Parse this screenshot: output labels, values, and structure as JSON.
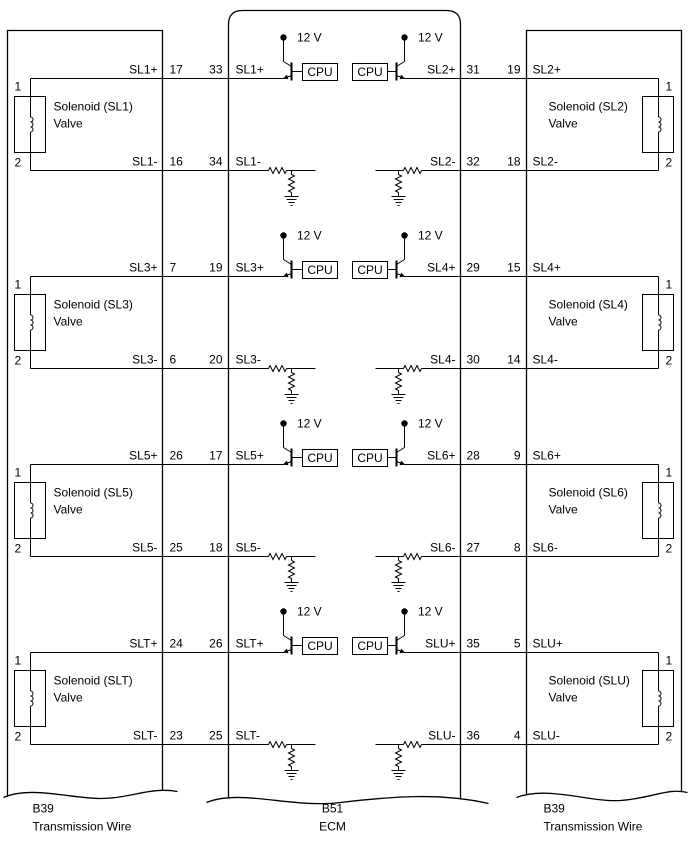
{
  "diagram": {
    "supply": "12 V",
    "cpu": "CPU",
    "connectors": {
      "left": {
        "code": "B39",
        "name": "Transmission Wire"
      },
      "ecm": {
        "code": "B51",
        "name": "ECM"
      },
      "right": {
        "code": "B39",
        "name": "Transmission Wire"
      }
    },
    "groups": [
      {
        "left": {
          "solenoid": {
            "name": "Solenoid (SL1)",
            "line2": "Valve",
            "pin_top": "1",
            "pin_bottom": "2"
          },
          "plus": {
            "wire_signal": "SL1+",
            "wire_pin": "17",
            "ecm_pin": "33",
            "ecm_signal": "SL1+"
          },
          "minus": {
            "wire_signal": "SL1-",
            "wire_pin": "16",
            "ecm_pin": "34",
            "ecm_signal": "SL1-"
          }
        },
        "right": {
          "solenoid": {
            "name": "Solenoid (SL2)",
            "line2": "Valve",
            "pin_top": "1",
            "pin_bottom": "2"
          },
          "plus": {
            "ecm_signal": "SL2+",
            "ecm_pin": "31",
            "wire_pin": "19",
            "wire_signal": "SL2+"
          },
          "minus": {
            "ecm_signal": "SL2-",
            "ecm_pin": "32",
            "wire_pin": "18",
            "wire_signal": "SL2-"
          }
        }
      },
      {
        "left": {
          "solenoid": {
            "name": "Solenoid (SL3)",
            "line2": "Valve",
            "pin_top": "1",
            "pin_bottom": "2"
          },
          "plus": {
            "wire_signal": "SL3+",
            "wire_pin": "7",
            "ecm_pin": "19",
            "ecm_signal": "SL3+"
          },
          "minus": {
            "wire_signal": "SL3-",
            "wire_pin": "6",
            "ecm_pin": "20",
            "ecm_signal": "SL3-"
          }
        },
        "right": {
          "solenoid": {
            "name": "Solenoid (SL4)",
            "line2": "Valve",
            "pin_top": "1",
            "pin_bottom": "2"
          },
          "plus": {
            "ecm_signal": "SL4+",
            "ecm_pin": "29",
            "wire_pin": "15",
            "wire_signal": "SL4+"
          },
          "minus": {
            "ecm_signal": "SL4-",
            "ecm_pin": "30",
            "wire_pin": "14",
            "wire_signal": "SL4-"
          }
        }
      },
      {
        "left": {
          "solenoid": {
            "name": "Solenoid (SL5)",
            "line2": "Valve",
            "pin_top": "1",
            "pin_bottom": "2"
          },
          "plus": {
            "wire_signal": "SL5+",
            "wire_pin": "26",
            "ecm_pin": "17",
            "ecm_signal": "SL5+"
          },
          "minus": {
            "wire_signal": "SL5-",
            "wire_pin": "25",
            "ecm_pin": "18",
            "ecm_signal": "SL5-"
          }
        },
        "right": {
          "solenoid": {
            "name": "Solenoid (SL6)",
            "line2": "Valve",
            "pin_top": "1",
            "pin_bottom": "2"
          },
          "plus": {
            "ecm_signal": "SL6+",
            "ecm_pin": "28",
            "wire_pin": "9",
            "wire_signal": "SL6+"
          },
          "minus": {
            "ecm_signal": "SL6-",
            "ecm_pin": "27",
            "wire_pin": "8",
            "wire_signal": "SL6-"
          }
        }
      },
      {
        "left": {
          "solenoid": {
            "name": "Solenoid (SLT)",
            "line2": "Valve",
            "pin_top": "1",
            "pin_bottom": "2"
          },
          "plus": {
            "wire_signal": "SLT+",
            "wire_pin": "24",
            "ecm_pin": "26",
            "ecm_signal": "SLT+"
          },
          "minus": {
            "wire_signal": "SLT-",
            "wire_pin": "23",
            "ecm_pin": "25",
            "ecm_signal": "SLT-"
          }
        },
        "right": {
          "solenoid": {
            "name": "Solenoid (SLU)",
            "line2": "Valve",
            "pin_top": "1",
            "pin_bottom": "2"
          },
          "plus": {
            "ecm_signal": "SLU+",
            "ecm_pin": "35",
            "wire_pin": "5",
            "wire_signal": "SLU+"
          },
          "minus": {
            "ecm_signal": "SLU-",
            "ecm_pin": "36",
            "wire_pin": "4",
            "wire_signal": "SLU-"
          }
        }
      }
    ]
  }
}
